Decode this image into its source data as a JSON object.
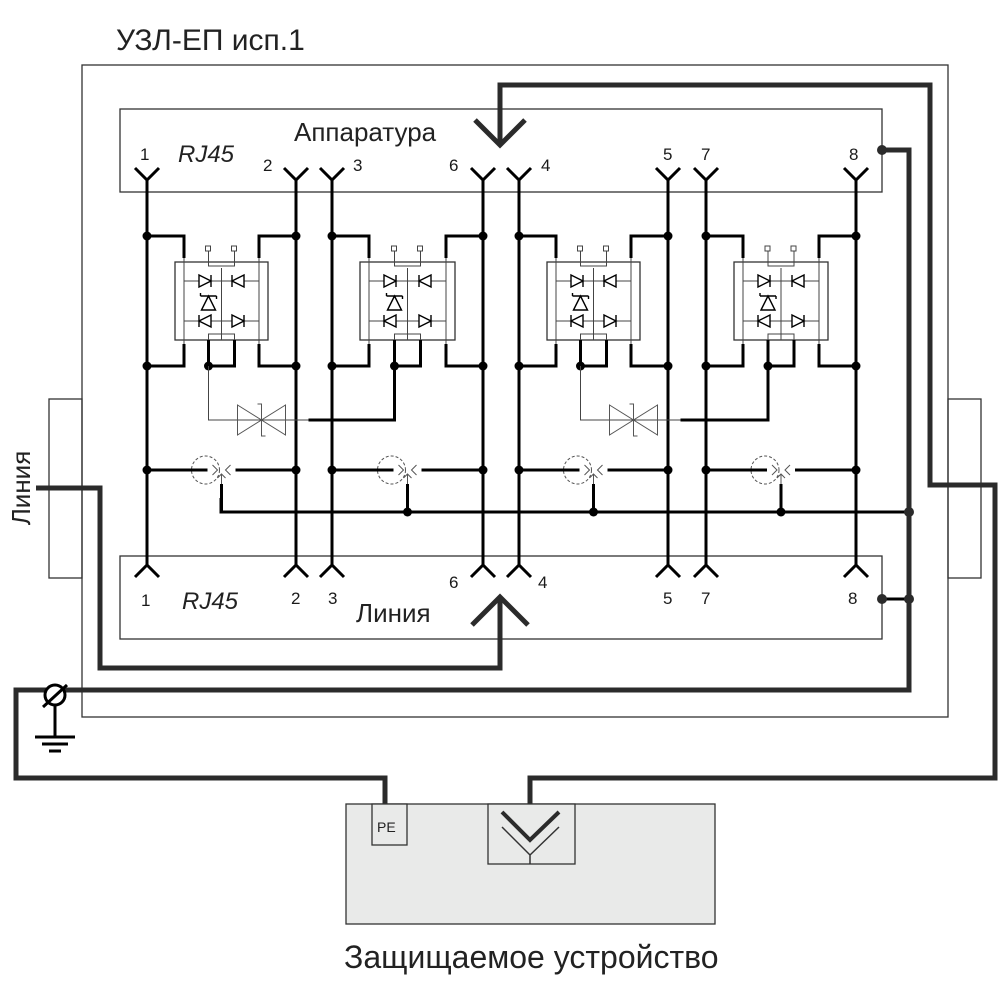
{
  "device": {
    "title": "УЗЛ-ЕП исп.1"
  },
  "connectors": {
    "top": {
      "type_label": "RJ45",
      "name_label": "Аппаратура",
      "pins": [
        {
          "label": "1"
        },
        {
          "label": "2"
        },
        {
          "label": "3"
        },
        {
          "label": "6"
        },
        {
          "label": "4"
        },
        {
          "label": "5"
        },
        {
          "label": "7"
        },
        {
          "label": "8"
        }
      ]
    },
    "bottom": {
      "type_label": "RJ45",
      "name_label": "Линия",
      "pins": [
        {
          "label": "1"
        },
        {
          "label": "2"
        },
        {
          "label": "3"
        },
        {
          "label": "6"
        },
        {
          "label": "4"
        },
        {
          "label": "5"
        },
        {
          "label": "7"
        },
        {
          "label": "8"
        }
      ]
    }
  },
  "side_labels": {
    "left": "Линия"
  },
  "protected_device": {
    "label": "Защищаемое устройство",
    "pe_label": "PE"
  },
  "colors": {
    "device_fill": "#e9eae9",
    "wire": "#000000",
    "cable": "#2b2b2b"
  }
}
